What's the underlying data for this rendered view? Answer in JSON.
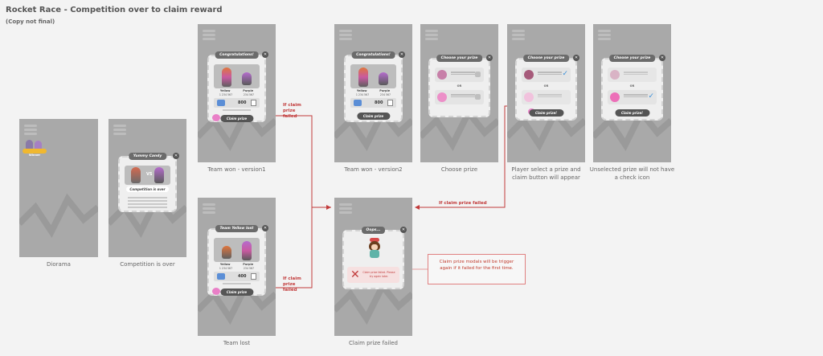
{
  "header": {
    "title": "Rocket Race  -  Competition over to claim reward",
    "subtitle": "(Copy not final)"
  },
  "colors": {
    "screen_bg": "#a9a9a9",
    "modal_bg": "#efefef",
    "accent_red": "#c23b3b",
    "button_dark": "#555555"
  },
  "screens": {
    "diorama": {
      "caption": "Diorama",
      "badge": "Winner"
    },
    "competition_over": {
      "caption": "Competition is over",
      "modal_title": "Yummy Candy",
      "status": "Competition is over"
    },
    "team_won_v1": {
      "caption": "Team won - version1",
      "modal_title": "Congratulations!",
      "team_a": "Yellow",
      "team_b": "Purple",
      "score_a": "1 234 567",
      "score_b": "234 567",
      "reward": "800",
      "button": "Claim prize"
    },
    "team_won_v2": {
      "caption": "Team won - version2",
      "modal_title": "Congratulations!",
      "team_a": "Yellow",
      "team_b": "Purple",
      "score_a": "1 234 567",
      "score_b": "234 567",
      "reward": "800",
      "button": "Claim prize"
    },
    "choose_prize": {
      "caption": "Choose prize",
      "modal_title": "Choose your prize",
      "or": "OR"
    },
    "player_select": {
      "caption": "Player select a prize and claim button will appear",
      "modal_title": "Choose your prize",
      "or": "OR",
      "button": "Claim prize!"
    },
    "unselected": {
      "caption": "Unselected prize will not have a check icon",
      "modal_title": "Choose your prize",
      "or": "OR",
      "button": "Claim prize!"
    },
    "team_lost": {
      "caption": "Team lost",
      "modal_title": "Team Yellow lost",
      "team_a": "Yellow",
      "team_b": "Purple",
      "score_a": "1 234 567",
      "score_b": "234 567",
      "reward": "400",
      "button": "Claim prize"
    },
    "claim_failed": {
      "caption": "Claim prize failed",
      "modal_title": "Oops...",
      "message": "Claim prize failed. Please try again later."
    }
  },
  "annotations": {
    "fail_v1": "If claim prize failed",
    "fail_lost": "If claim prize failed",
    "fail_right": "If claim prize failed",
    "note": "Claim prize modals will be trigger again if it failed for the first time."
  }
}
